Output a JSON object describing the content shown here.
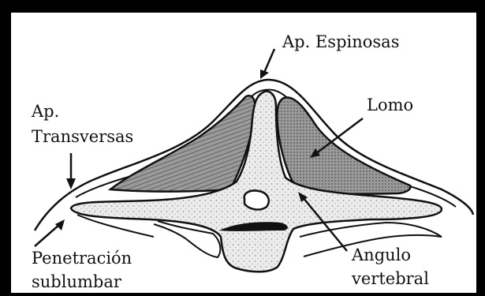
{
  "labels": {
    "spinous": "Ap. Espinosas",
    "loin": "Lomo",
    "transverse_line1": "Ap.",
    "transverse_line2": "Transversas",
    "penetration_line1": "Penetración",
    "penetration_line2": "sublumbar",
    "angle_line1": "Angulo",
    "angle_line2": "vertebral"
  },
  "colors": {
    "frame": "#000000",
    "paper": "#ffffff",
    "ink": "#111111",
    "muscle": "#8a8a8a",
    "bone": "#e6e6e6"
  }
}
